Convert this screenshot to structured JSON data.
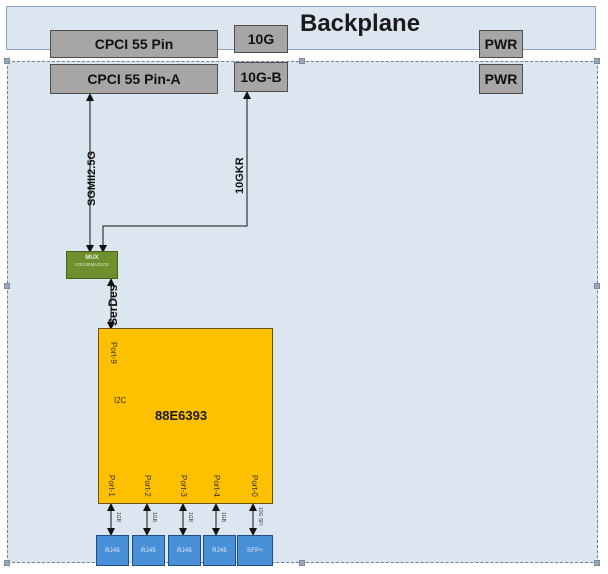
{
  "backplane": {
    "title": "Backplane"
  },
  "backplane_connectors": {
    "cpci": "CPCI 55 Pin",
    "tenG": "10G",
    "pwr": "PWR"
  },
  "card_connectors": {
    "cpci": "CPCI 55 Pin-A",
    "tenG": "10G-B",
    "pwr": "PWR"
  },
  "links": {
    "sgmii": "SGMII2.5G",
    "tengkr": "10GKR",
    "serdes": "SerDes"
  },
  "mux": {
    "title": "MUX",
    "subtitle": "I2S100MV2103"
  },
  "switch": {
    "name": "88E6393",
    "port9": "Port-9",
    "i2c": "I2C",
    "ports": [
      "Port-1",
      "Port-2",
      "Port-3",
      "Port-4",
      "Port-0"
    ]
  },
  "port_links": {
    "p1": "1GB",
    "p2": "1GB",
    "p3": "1GB",
    "p4": "1GB",
    "p0": "10G SFI"
  },
  "jacks": {
    "j1": "RJ45",
    "j2": "RJ45",
    "j3": "RJ45",
    "j4": "RJ45",
    "j5": "SFP+"
  }
}
